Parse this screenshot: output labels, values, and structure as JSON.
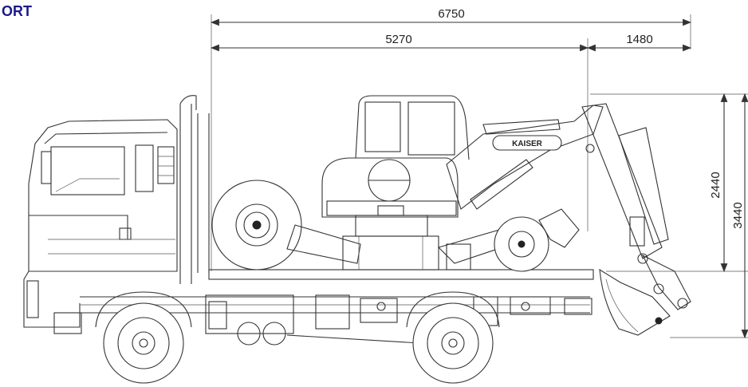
{
  "title": "ORT",
  "dimensions": {
    "overall_length": "6750",
    "truck_section": "5270",
    "boom_overhang": "1480",
    "machine_height": "2440",
    "total_height": "3440"
  },
  "machine_badge": "KAISER"
}
